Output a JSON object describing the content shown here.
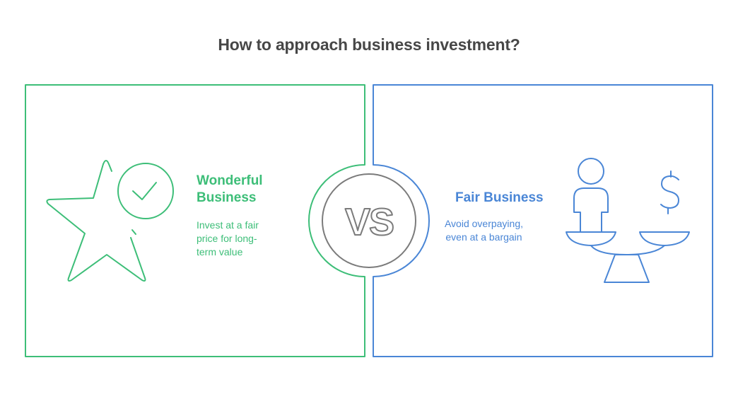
{
  "title": "How to approach business investment?",
  "colors": {
    "left_accent": "#3dbe78",
    "right_accent": "#4a86d6",
    "vs_gray": "#7b7b7b",
    "title_color": "#474747"
  },
  "left_panel": {
    "heading": "Wonderful Business",
    "description": "Invest at a fair price for long-term value",
    "icon": "star-with-checkmark-icon"
  },
  "center": {
    "vs_label": "VS"
  },
  "right_panel": {
    "heading": "Fair Business",
    "description": "Avoid overpaying, even at a bargain",
    "icon": "person-and-dollar-on-balance-scale-icon"
  }
}
